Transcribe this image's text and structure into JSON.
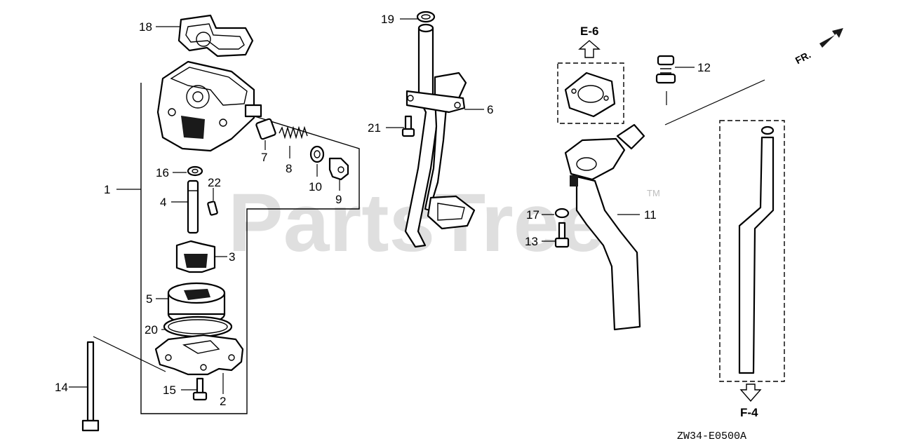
{
  "watermark": "PartsTree",
  "trademark": "TM",
  "diagram_code": "ZW34-E0500A",
  "front_indicator": "FR.",
  "refs": {
    "e6": "E-6",
    "f4": "F-4"
  },
  "callouts": {
    "c1": "1",
    "c2": "2",
    "c3": "3",
    "c4": "4",
    "c5": "5",
    "c6": "6",
    "c7": "7",
    "c8": "8",
    "c9": "9",
    "c10": "10",
    "c11": "11",
    "c12": "12",
    "c13": "13",
    "c14": "14",
    "c15": "15",
    "c16": "16",
    "c17": "17",
    "c18": "18",
    "c19": "19",
    "c20": "20",
    "c21": "21",
    "c22": "22"
  }
}
